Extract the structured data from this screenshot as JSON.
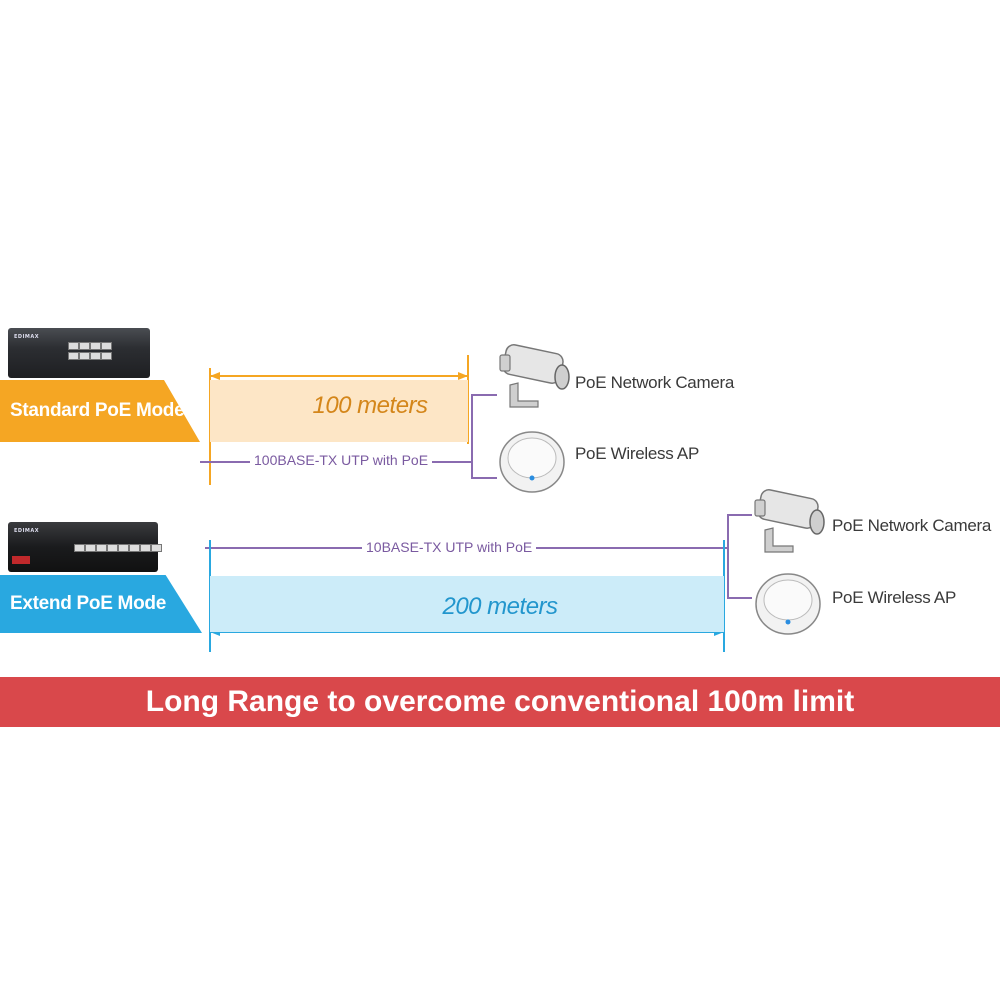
{
  "standard": {
    "mode_label": "Standard PoE Mode",
    "distance": "100 meters",
    "cable": "100BASE-TX UTP with PoE",
    "camera_label": "PoE Network Camera",
    "ap_label": "PoE Wireless AP",
    "switch_brand": "EDIMAX"
  },
  "extend": {
    "mode_label": "Extend PoE Mode",
    "distance": "200 meters",
    "cable": "10BASE-TX UTP with PoE",
    "camera_label": "PoE Network Camera",
    "ap_label": "PoE Wireless AP",
    "switch_brand": "EDIMAX"
  },
  "footer": {
    "text": "Long Range to overcome conventional 100m limit"
  },
  "colors": {
    "standard_accent": "#f5a623",
    "standard_zone": "#fde6c6",
    "extend_accent": "#29a8e0",
    "extend_zone": "#ccecf9",
    "cable": "#8a6bb0",
    "footer_bg": "#d9484b"
  }
}
